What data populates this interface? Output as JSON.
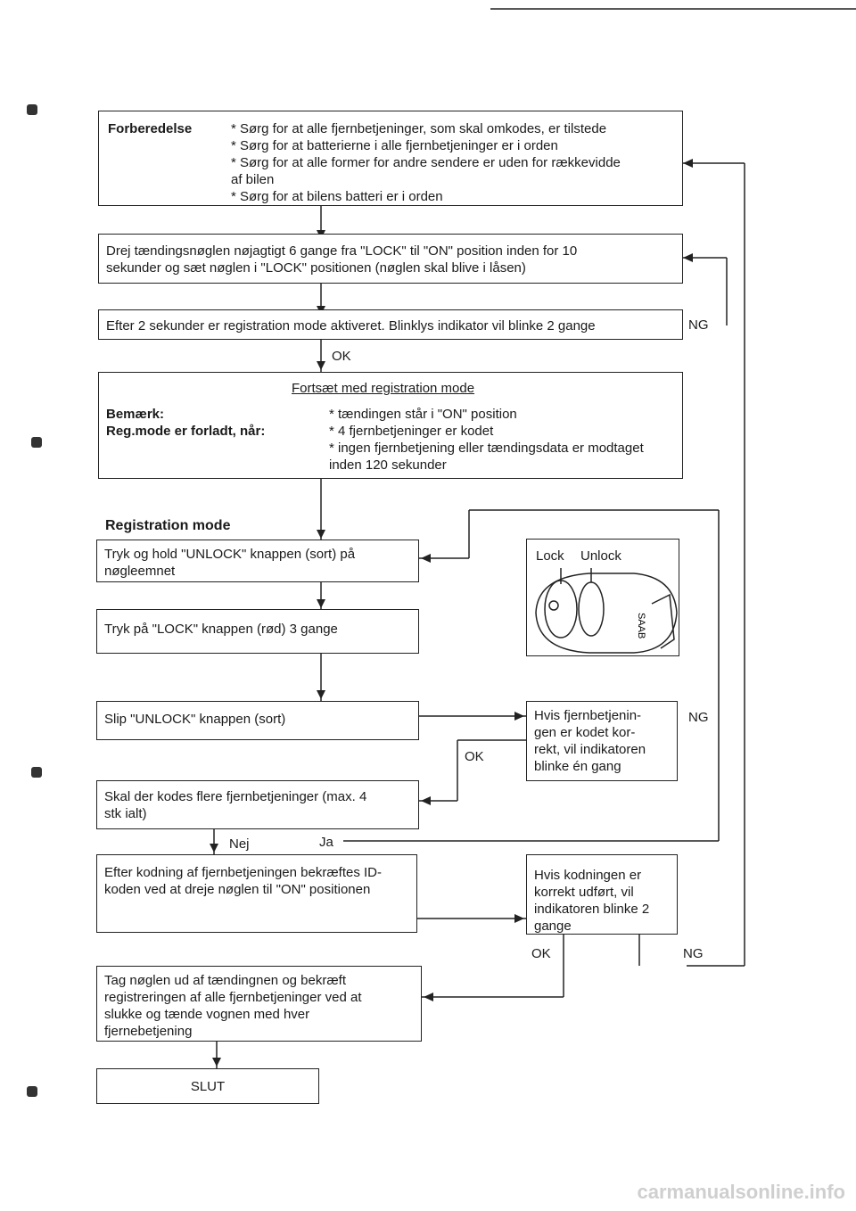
{
  "prep": {
    "title": "Forberedelse",
    "lines": [
      "* Sørg for at alle fjernbetjeninger, som skal omkodes, er tilstede",
      "* Sørg for at batterierne i alle fjernbetjeninger er i orden",
      "* Sørg for at alle former for andre sendere er uden for rækkevidde",
      "af bilen",
      "* Sørg for at bilens batteri er i orden"
    ]
  },
  "step_ignition": {
    "lines": [
      "Drej tændingsnøglen nøjagtigt 6 gange fra \"LOCK\" til \"ON\" position inden for 10",
      "sekunder og sæt nøglen i \"LOCK\" positionen (nøglen skal blive i låsen)"
    ]
  },
  "step_wait": {
    "text": "Efter 2 sekunder er registration mode aktiveret. Blinklys indikator vil blinke 2 gange"
  },
  "label_ok1": "OK",
  "label_ng1": "NG",
  "note": {
    "heading": "Fortsæt med registration mode",
    "left1": "Bemærk:",
    "left2": "Reg.mode er forladt, når:",
    "lines": [
      "* tændingen står i \"ON\" position",
      "* 4 fjernbetjeninger er kodet",
      "* ingen fjernbetjening eller tændingsdata er modtaget",
      "inden 120 sekunder"
    ]
  },
  "reg_title": "Registration mode",
  "step_hold": {
    "lines": [
      "Tryk og hold \"UNLOCK\" knappen (sort) på",
      "nøgleemnet"
    ]
  },
  "remote": {
    "lock": "Lock",
    "unlock": "Unlock",
    "brand": "SAAB"
  },
  "step_lock3": {
    "text": "Tryk på \"LOCK\" knappen (rød) 3 gange"
  },
  "step_release": {
    "text": "Slip \"UNLOCK\" knappen (sort)"
  },
  "result1": {
    "lines": [
      "Hvis fjernbetjenin-",
      "gen er kodet kor-",
      "rekt, vil indikatoren",
      "blinke én gang"
    ]
  },
  "label_ng2": "NG",
  "label_ok2": "OK",
  "step_more": {
    "lines": [
      "Skal der kodes flere fjernbetjeninger (max. 4",
      "stk ialt)"
    ]
  },
  "label_nej": "Nej",
  "label_ja": "Ja",
  "step_confirm": {
    "lines": [
      "Efter kodning af fjernbetjeningen bekræftes ID-",
      "koden ved at dreje nøglen  til \"ON\" positionen"
    ]
  },
  "result2": {
    "lines": [
      "Hvis kodningen er",
      "korrekt udført, vil",
      "indikatoren blinke 2",
      "gange"
    ]
  },
  "label_ok3": "OK",
  "label_ng3": "NG",
  "step_final": {
    "lines": [
      "Tag nøglen ud af tændingnen og bekræft",
      "registreringen af alle fjernbetjeninger ved at",
      "slukke og tænde vognen med hver",
      "fjernebetjening"
    ]
  },
  "end": {
    "text": "SLUT"
  },
  "watermark": "carmanualsonline.info"
}
